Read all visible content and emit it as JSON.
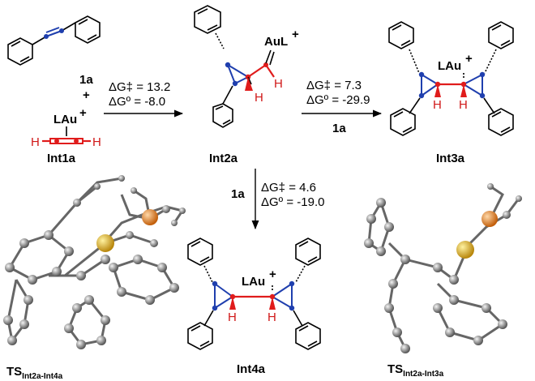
{
  "compounds": {
    "c1a": "1a",
    "plus": "+",
    "int1a": "Int1a",
    "int2a": "Int2a",
    "int3a": "Int3a",
    "int4a": "Int4a",
    "int1a_metal": "LAu",
    "int2a_metal": "AuL",
    "int3a_metal": "LAu",
    "int4a_metal": "LAu",
    "charge": "+",
    "h": "H"
  },
  "steps": {
    "s1": {
      "dg_ts": "ΔG‡ = 13.2",
      "dg_0": "ΔGº = -8.0"
    },
    "s2": {
      "reagent": "1a",
      "dg_ts": "ΔG‡ = 7.3",
      "dg_0": "ΔGº = -29.9"
    },
    "s3": {
      "reagent": "1a",
      "dg_ts": "ΔG‡ = 4.6",
      "dg_0": "ΔGº = -19.0"
    }
  },
  "ts_labels": {
    "left": {
      "main": "TS",
      "sub": "Int2a-Int4a"
    },
    "right": {
      "main": "TS",
      "sub": "Int2a-Int3a"
    }
  },
  "colors": {
    "carbon_blue": "#1f3fae",
    "reactive_red": "#e01c1c",
    "gold_atom": "#d4a017",
    "phosphorus_atom": "#e07b18"
  }
}
